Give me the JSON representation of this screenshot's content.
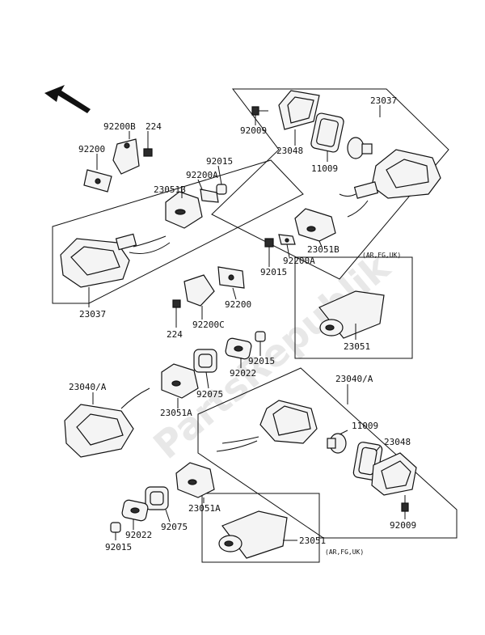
{
  "watermark": "PartsRepublik",
  "labels": {
    "l23037_top": "23037",
    "l92009_top": "92009",
    "l23048_top": "23048",
    "l11009_top": "11009",
    "l92200B": "92200B",
    "l224_top": "224",
    "l92200_top": "92200",
    "l92015_top": "92015",
    "l92200A_top": "92200A",
    "l23051B_left": "23051B",
    "l23051B_right": "23051B",
    "l92015_mid": "92015",
    "l92200A_mid": "92200A",
    "region_note_top": "(AR,FG,UK)",
    "l23037_left": "23037",
    "l92200_mid": "92200",
    "l224_mid": "224",
    "l92200C": "92200C",
    "l92015_mid2": "92015",
    "l23051_top": "23051",
    "l92022_mid": "92022",
    "l23040A_left": "23040/A",
    "l92075_mid": "92075",
    "l23051A_mid": "23051A",
    "l23040A_right": "23040/A",
    "l11009_bot": "11009",
    "l23048_bot": "23048",
    "l23051A_bot": "23051A",
    "l92022_bot": "92022",
    "l92075_bot": "92075",
    "l92015_bot": "92015",
    "l92009_bot": "92009",
    "l23051_bot": "23051",
    "region_note_bot": "(AR,FG,UK)"
  }
}
